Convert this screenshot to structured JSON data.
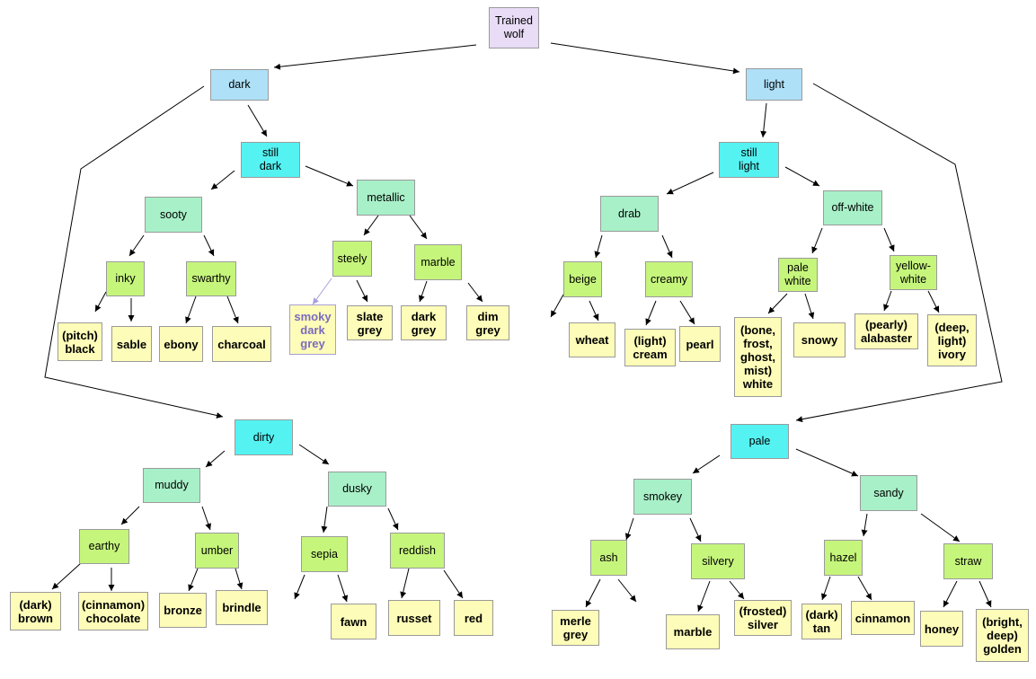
{
  "tree": {
    "root": "Trained\nwolf",
    "dark": {
      "label": "dark",
      "still_dark": {
        "label": "still\ndark",
        "sooty": {
          "label": "sooty",
          "inky": {
            "label": "inky",
            "leaves": [
              "(pitch)\nblack",
              "sable"
            ]
          },
          "swarthy": {
            "label": "swarthy",
            "leaves": [
              "ebony",
              "charcoal"
            ]
          }
        },
        "metallic": {
          "label": "metallic",
          "steely": {
            "label": "steely",
            "leaves": [
              "smoky\ndark\ngrey",
              "slate\ngrey"
            ]
          },
          "marble": {
            "label": "marble",
            "leaves": [
              "dark\ngrey",
              "dim\ngrey"
            ]
          }
        }
      },
      "dirty": {
        "label": "dirty",
        "muddy": {
          "label": "muddy",
          "earthy": {
            "label": "earthy",
            "leaves": [
              "(dark)\nbrown",
              "(cinnamon)\nchocolate"
            ]
          },
          "umber": {
            "label": "umber",
            "leaves": [
              "bronze",
              "brindle"
            ]
          }
        },
        "dusky": {
          "label": "dusky",
          "sepia": {
            "label": "sepia",
            "leaves": [
              "fawn"
            ]
          },
          "reddish": {
            "label": "reddish",
            "leaves": [
              "russet",
              "red"
            ]
          }
        }
      }
    },
    "light": {
      "label": "light",
      "still_light": {
        "label": "still\nlight",
        "drab": {
          "label": "drab",
          "beige": {
            "label": "beige",
            "leaves": [
              "wheat"
            ]
          },
          "creamy": {
            "label": "creamy",
            "leaves": [
              "(light)\ncream",
              "pearl"
            ]
          }
        },
        "off_white": {
          "label": "off-white",
          "pale_white": {
            "label": "pale\nwhite",
            "leaves": [
              "(bone,\nfrost,\nghost,\nmist)\nwhite",
              "snowy"
            ]
          },
          "yellow_white": {
            "label": "yellow-\nwhite",
            "leaves": [
              "(pearly)\nalabaster",
              "(deep,\nlight)\nivory"
            ]
          }
        }
      },
      "pale": {
        "label": "pale",
        "smokey": {
          "label": "smokey",
          "ash": {
            "label": "ash",
            "leaves": [
              "merle\ngrey"
            ]
          },
          "silvery": {
            "label": "silvery",
            "leaves": [
              "marble",
              "(frosted)\nsilver"
            ]
          }
        },
        "sandy": {
          "label": "sandy",
          "hazel": {
            "label": "hazel",
            "leaves": [
              "(dark)\ntan",
              "cinnamon"
            ]
          },
          "straw": {
            "label": "straw",
            "leaves": [
              "honey",
              "(bright,\ndeep)\ngolden"
            ]
          }
        }
      }
    }
  },
  "colors": {
    "root": "#e8dcf6",
    "level1": "#aee0f8",
    "level2": "#55f2f2",
    "level3": "#a8f0c8",
    "level4": "#c6f57c",
    "leaf": "#fdfcb8",
    "ghost_text": "#7b6bbf",
    "edge": "#000000"
  }
}
